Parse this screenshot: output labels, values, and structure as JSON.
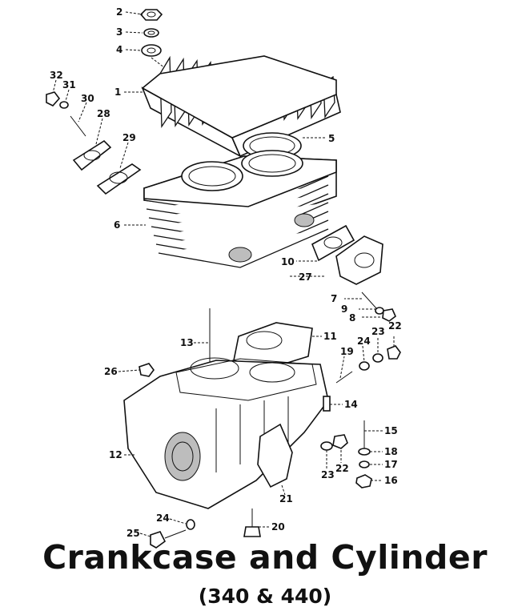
{
  "title": "Crankcase and Cylinder",
  "subtitle": "(340 & 440)",
  "callouts": {
    "n1": "1",
    "n2": "2",
    "n3": "3",
    "n4": "4",
    "n5": "5",
    "n6": "6",
    "n7": "7",
    "n8": "8",
    "n9": "9",
    "n10": "10",
    "n11": "11",
    "n12": "12",
    "n13": "13",
    "n14": "14",
    "n15": "15",
    "n16": "16",
    "n17": "17",
    "n18": "18",
    "n19": "19",
    "n20": "20",
    "n21": "21",
    "n22a": "22",
    "n22b": "22",
    "n23a": "23",
    "n23b": "23",
    "n24a": "24",
    "n24b": "24",
    "n25": "25",
    "n26": "26",
    "n27": "27",
    "n28": "28",
    "n29": "29",
    "n30": "30",
    "n31": "31",
    "n32": "32"
  }
}
